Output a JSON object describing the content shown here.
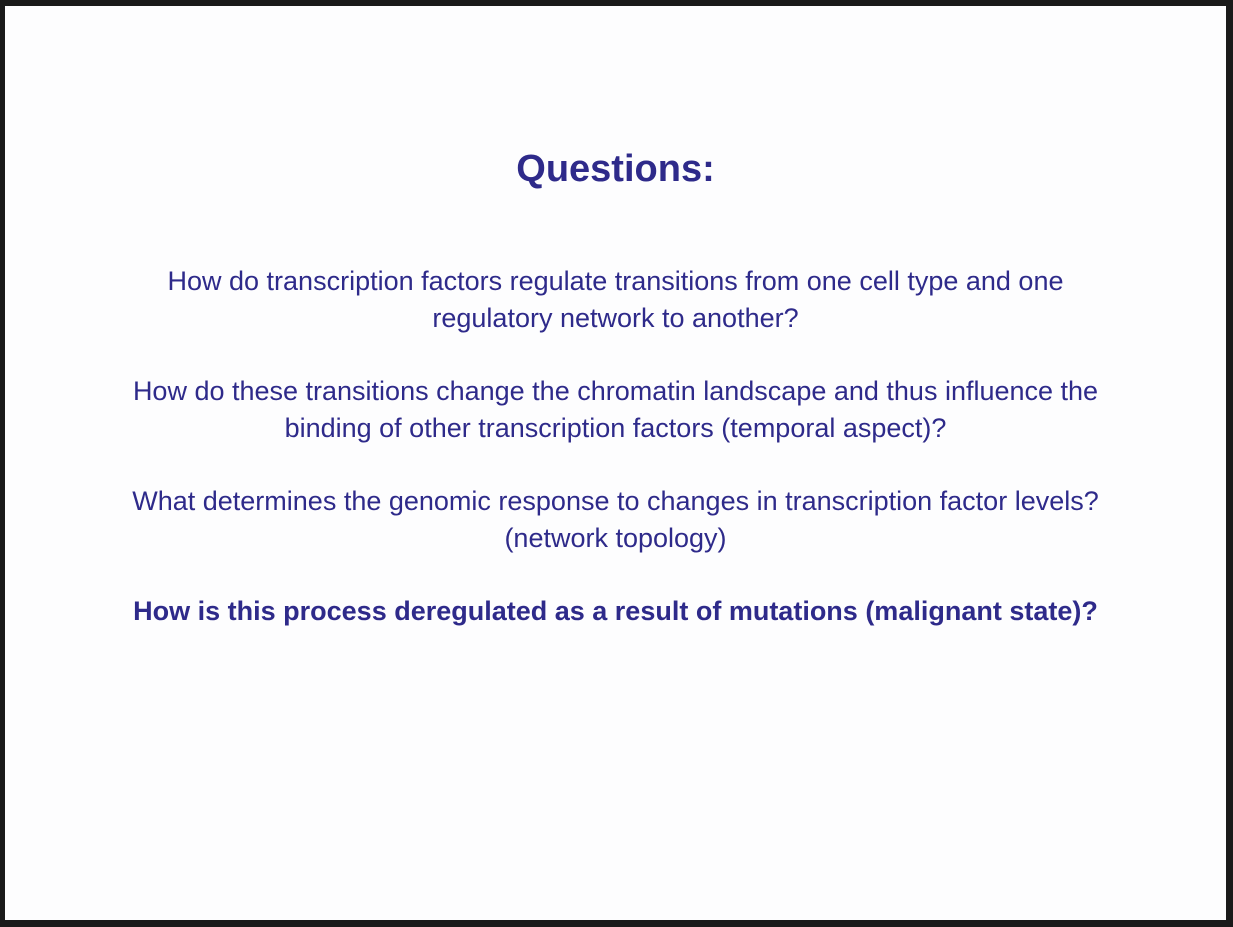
{
  "slide": {
    "title": "Questions:",
    "questions": [
      {
        "lines": [
          "How do transcription factors regulate transitions from one cell type and one",
          "regulatory network to another?"
        ]
      },
      {
        "lines": [
          "How do these transitions change the chromatin landscape and thus influence the",
          "binding of other transcription factors (temporal aspect)?"
        ]
      },
      {
        "lines": [
          "What determines the genomic response to changes in transcription factor levels?",
          "(network topology)"
        ]
      },
      {
        "lines": [
          "How is this process deregulated as a result of mutations (malignant state)?"
        ]
      }
    ]
  },
  "colors": {
    "text": "#2e2a8a",
    "background": "#fdfdfe",
    "frame": "#1a1a1a"
  }
}
